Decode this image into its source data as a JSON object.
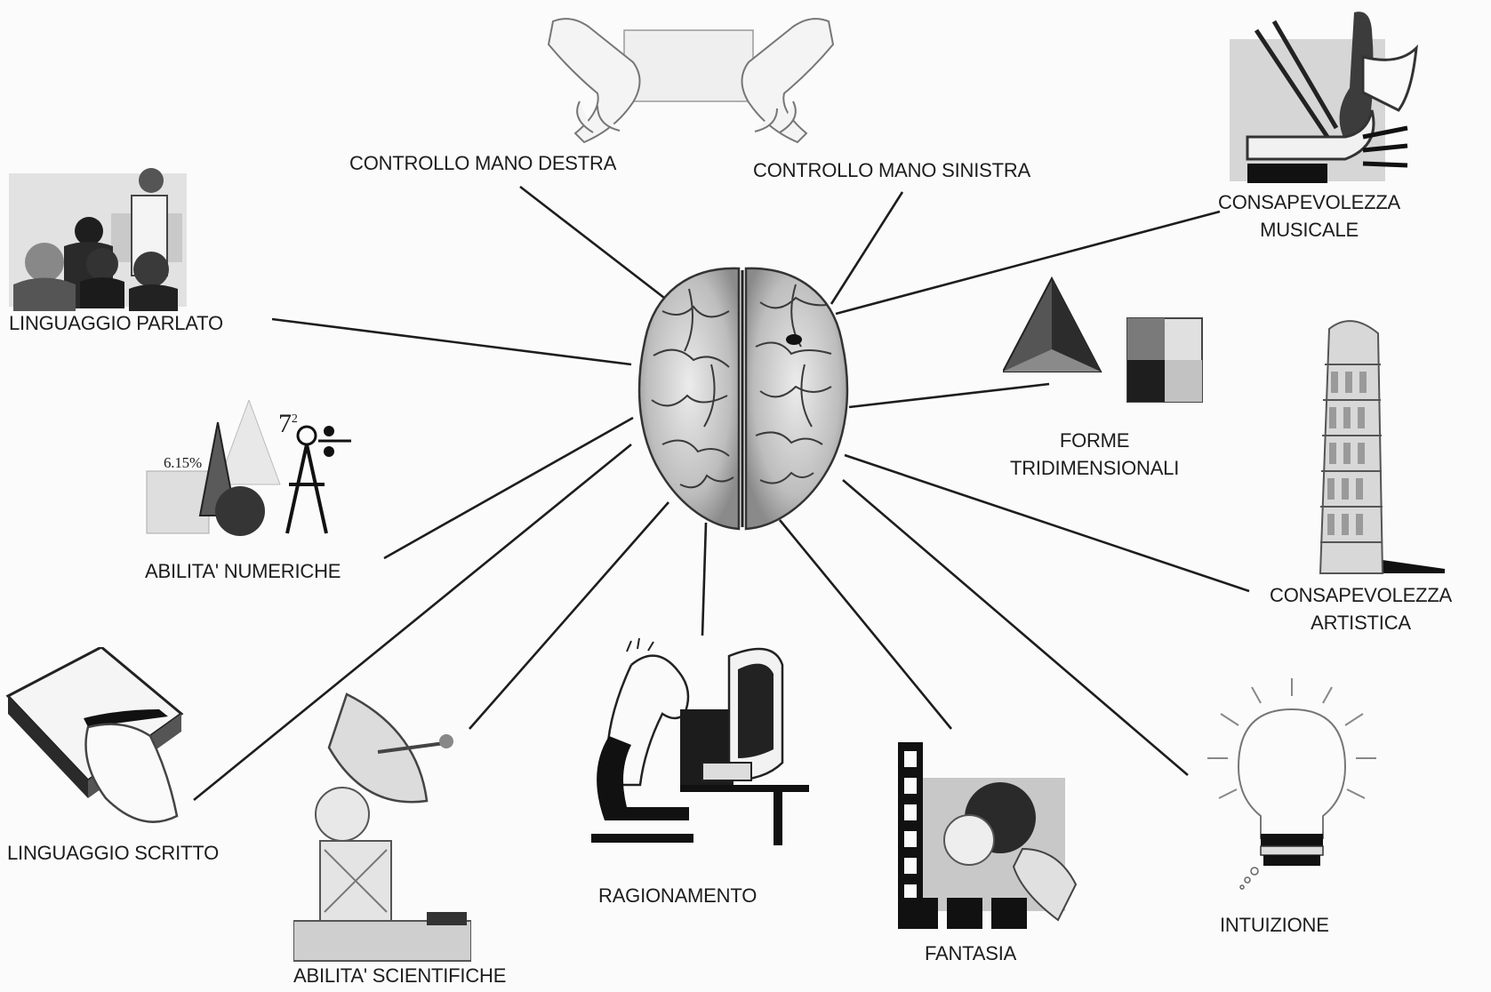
{
  "labels": {
    "controllo_mano_destra": "CONTROLLO MANO DESTRA",
    "controllo_mano_sinistra": "CONTROLLO MANO SINISTRA",
    "linguaggio_parlato": "LINGUAGGIO PARLATO",
    "consapevolezza_musicale": [
      "CONSAPEVOLEZZA",
      "MUSICALE"
    ],
    "forme_tridimensionali": [
      "FORME",
      "TRIDIMENSIONALI"
    ],
    "abilita_numeriche": "ABILITA' NUMERICHE",
    "consapevolezza_artistica": [
      "CONSAPEVOLEZZA",
      "ARTISTICA"
    ],
    "linguaggio_scritto": "LINGUAGGIO SCRITTO",
    "abilita_scientifiche": "ABILITA' SCIENTIFICHE",
    "ragionamento": "RAGIONAMENTO",
    "fantasia": "FANTASIA",
    "intuizione": "INTUIZIONE"
  },
  "math_figures": {
    "percent": "6.15%",
    "power_base": "7",
    "power_exp": "2"
  },
  "colors": {
    "ink": "#1d1d1d",
    "paper": "#fbfbfb",
    "gray": "#8a8a8a",
    "light": "#cfcfcf"
  }
}
